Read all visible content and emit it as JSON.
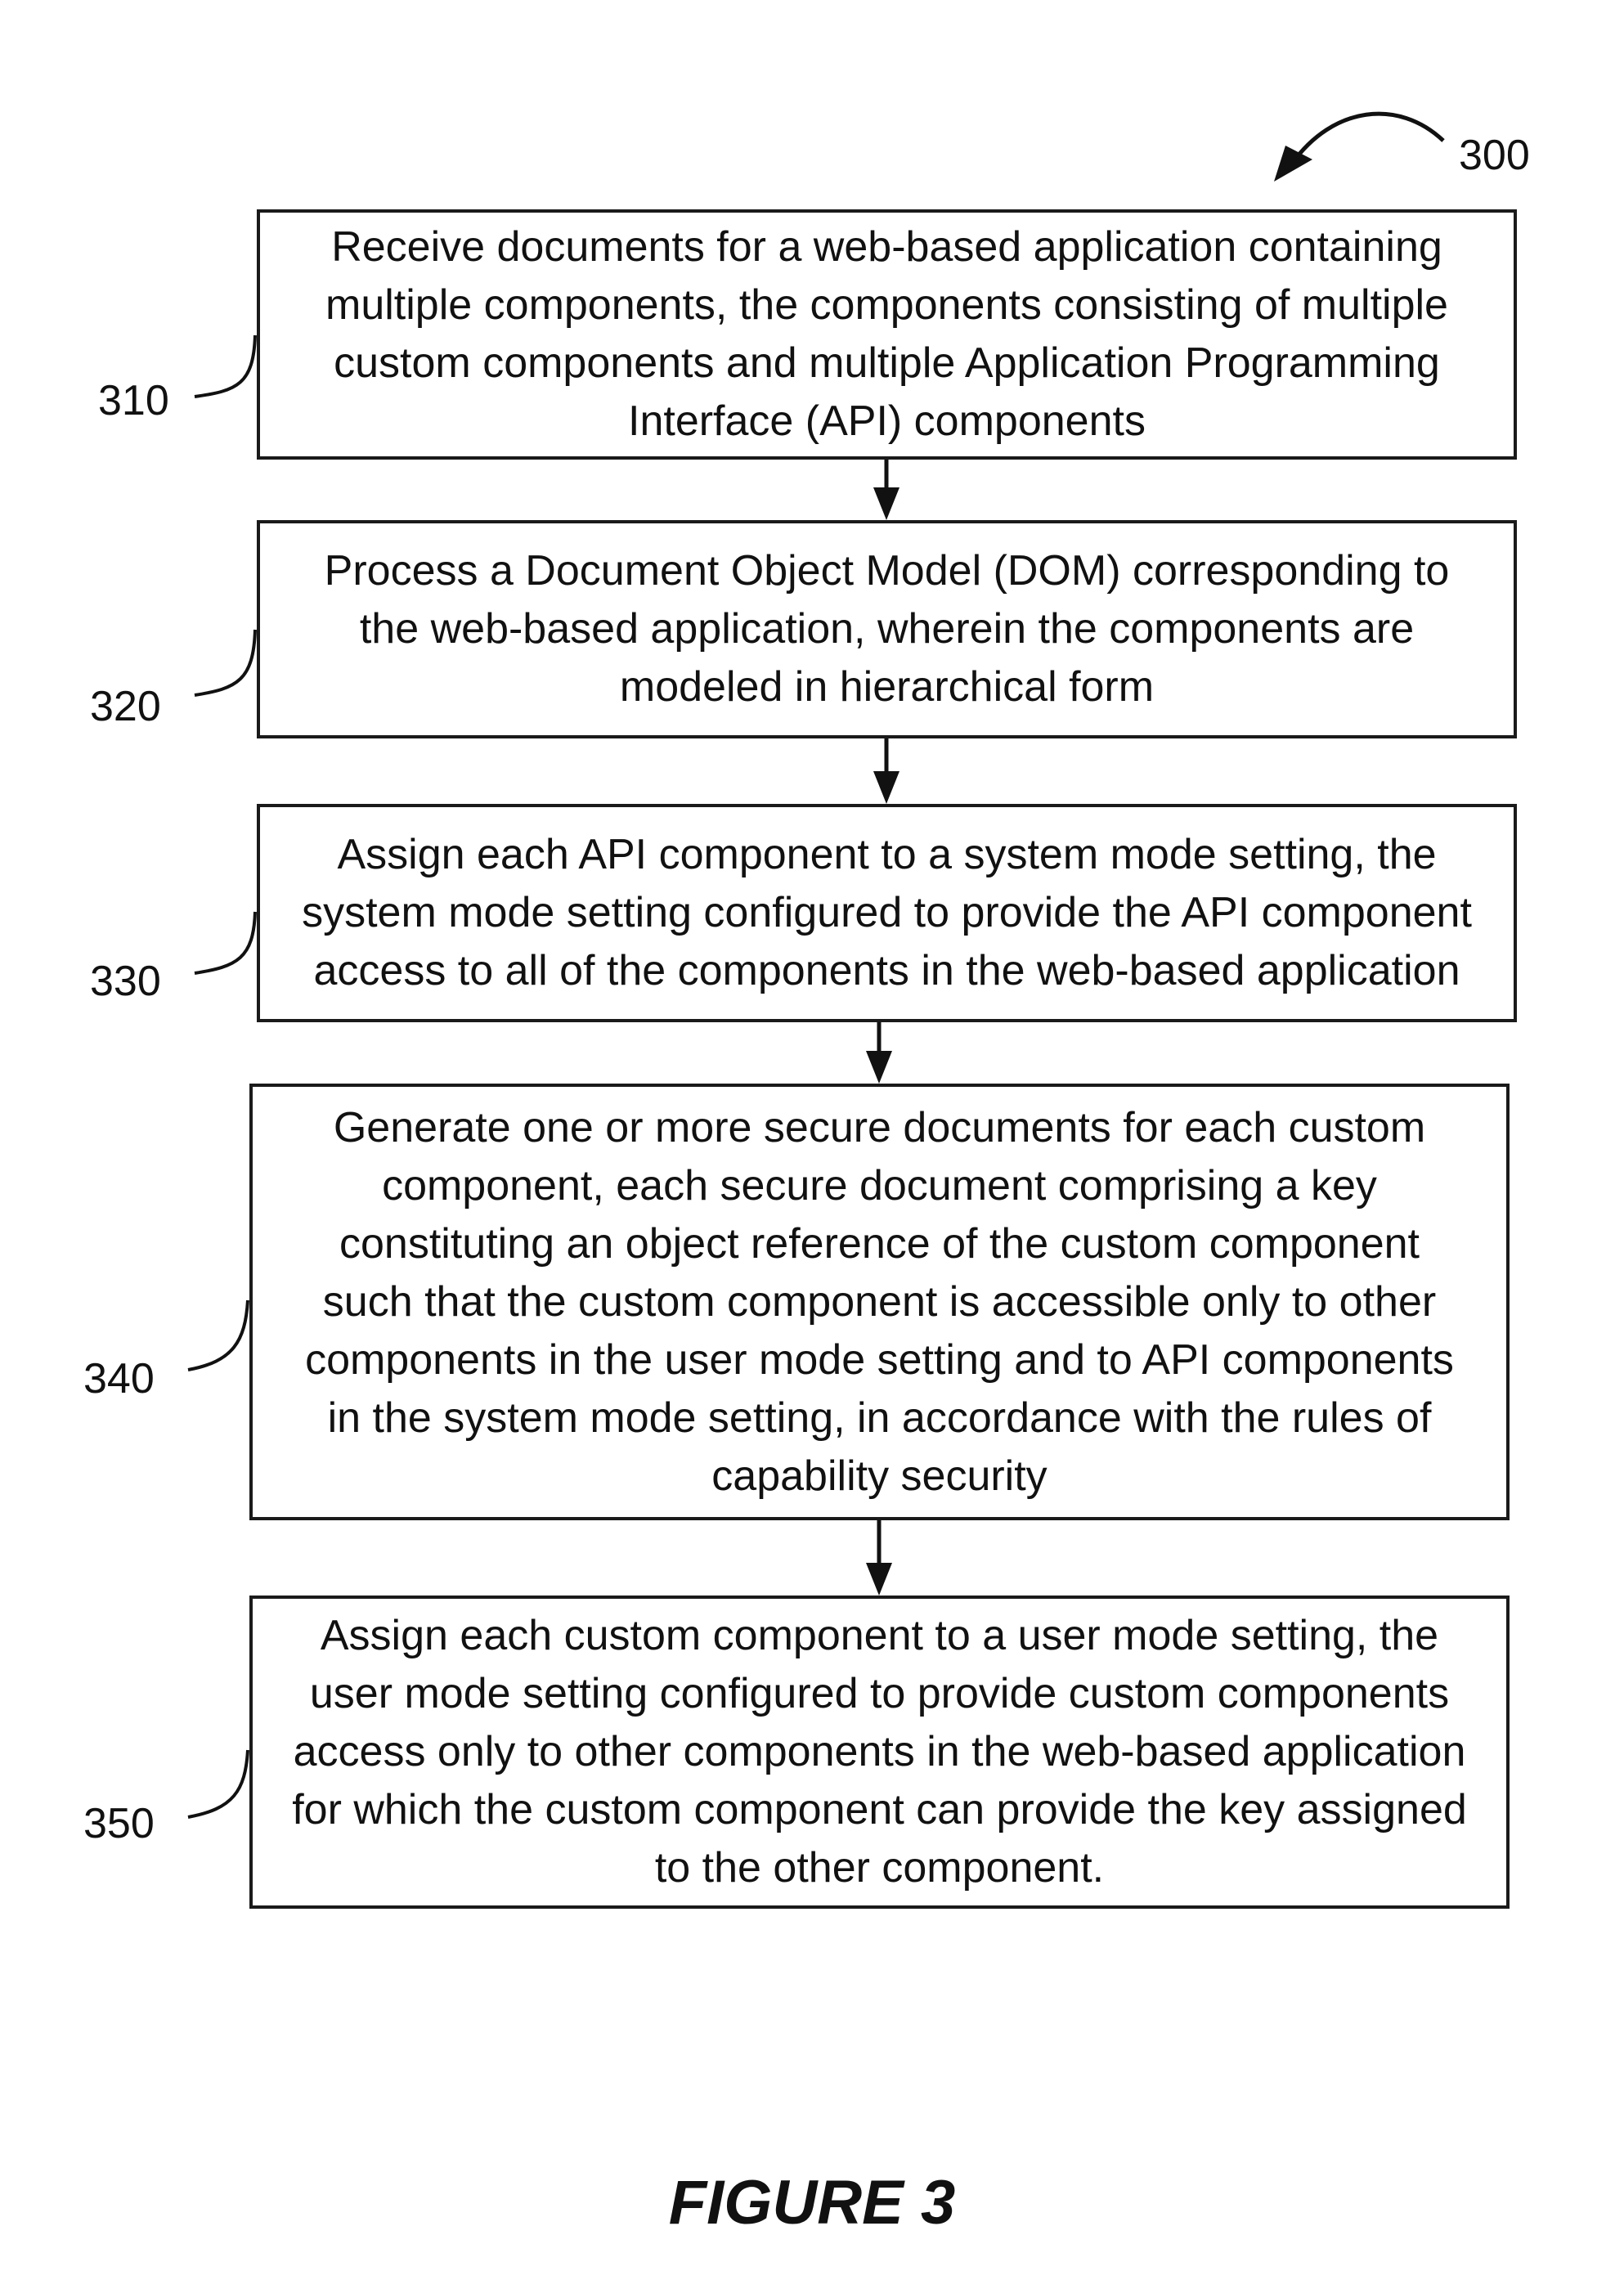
{
  "figure_ref": "300",
  "steps": [
    {
      "ref": "310",
      "text": "Receive documents for a web-based application containing\nmultiple components, the components consisting of multiple\ncustom components and multiple Application Programming\nInterface (API) components"
    },
    {
      "ref": "320",
      "text": "Process a Document Object Model (DOM) corresponding to\nthe web-based application, wherein the components are\nmodeled in hierarchical form"
    },
    {
      "ref": "330",
      "text": "Assign each API component to a system mode setting, the\nsystem mode setting configured to provide the API component\naccess to all of the components in the web-based application"
    },
    {
      "ref": "340",
      "text": "Generate one or more secure documents for each custom\ncomponent, each secure document comprising a key\nconstituting an object reference of the custom component\nsuch that the custom component is accessible only to other\ncomponents in the user mode setting and to API components\nin the system mode setting, in accordance with the rules of\ncapability security"
    },
    {
      "ref": "350",
      "text": "Assign each custom component to a user mode setting, the\nuser mode setting configured to provide custom components\naccess only to other components in the web-based application\nfor which the custom component can provide the key assigned\nto the other component."
    }
  ],
  "caption": "FIGURE 3"
}
